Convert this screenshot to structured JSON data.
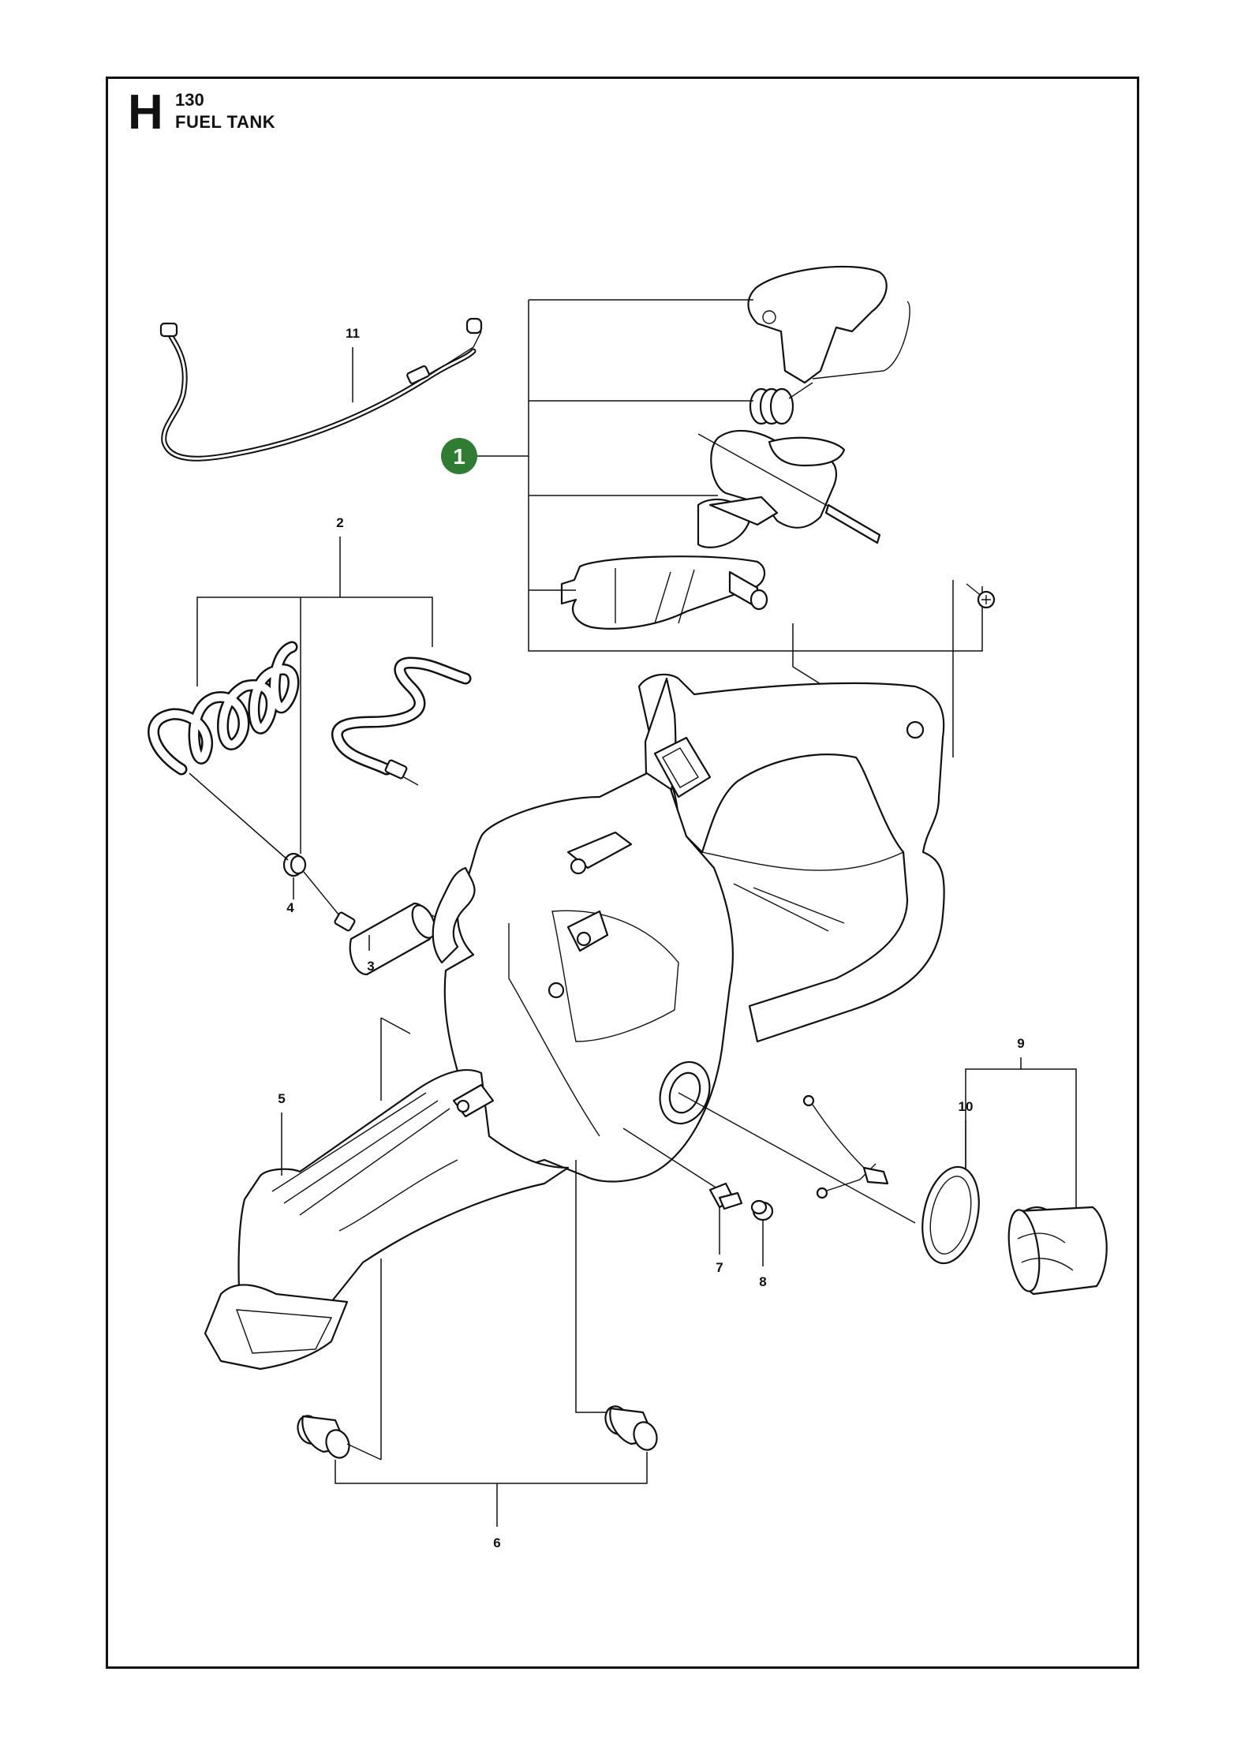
{
  "header": {
    "section_letter": "H",
    "section_number": "130",
    "title": "FUEL TANK"
  },
  "callouts": {
    "kit": "1",
    "fuel_hose": "2",
    "fuel_filter": "3",
    "grommet": "4",
    "rear_handle": "5",
    "vibration_damper": "6",
    "valve": "7",
    "plug": "8",
    "fuel_cap": "9",
    "o_ring": "10",
    "cable": "11"
  },
  "colors": {
    "line": "#111111",
    "kit_badge": "#2e7d32",
    "kit_badge_text": "#ffffff"
  }
}
